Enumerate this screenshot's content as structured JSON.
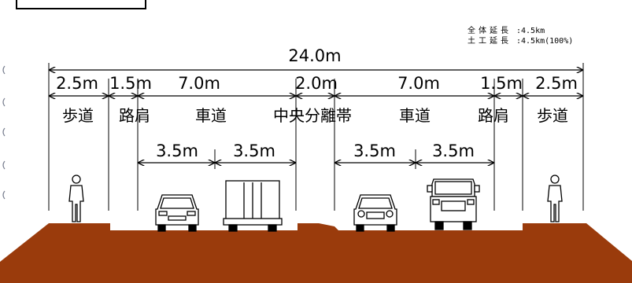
{
  "stats": {
    "total_length_label": "全体延長",
    "total_length_value": ":4.5km",
    "earthwork_length_label": "土工延長",
    "earthwork_length_value": ":4.5km(100%)"
  },
  "dimensions": {
    "total_width": "24.0m",
    "sidewalk_left": "2.5m",
    "shoulder_left": "1.5m",
    "carriageway_left": "7.0m",
    "median": "2.0m",
    "carriageway_right": "7.0m",
    "shoulder_right": "1.5m",
    "sidewalk_right": "2.5m",
    "lane_1": "3.5m",
    "lane_2": "3.5m",
    "lane_3": "3.5m",
    "lane_4": "3.5m"
  },
  "labels": {
    "sidewalk_left": "歩道",
    "shoulder_left": "路肩",
    "carriageway_left": "車道",
    "median": "中央分離帯",
    "carriageway_right": "車道",
    "shoulder_right": "路肩",
    "sidewalk_right": "歩道"
  },
  "colors": {
    "ground": "#9a3b0c",
    "line": "#000000",
    "background": "#ffffff"
  },
  "icons": {
    "pedestrian": "pedestrian-icon",
    "car": "car-icon",
    "truck": "truck-icon"
  }
}
